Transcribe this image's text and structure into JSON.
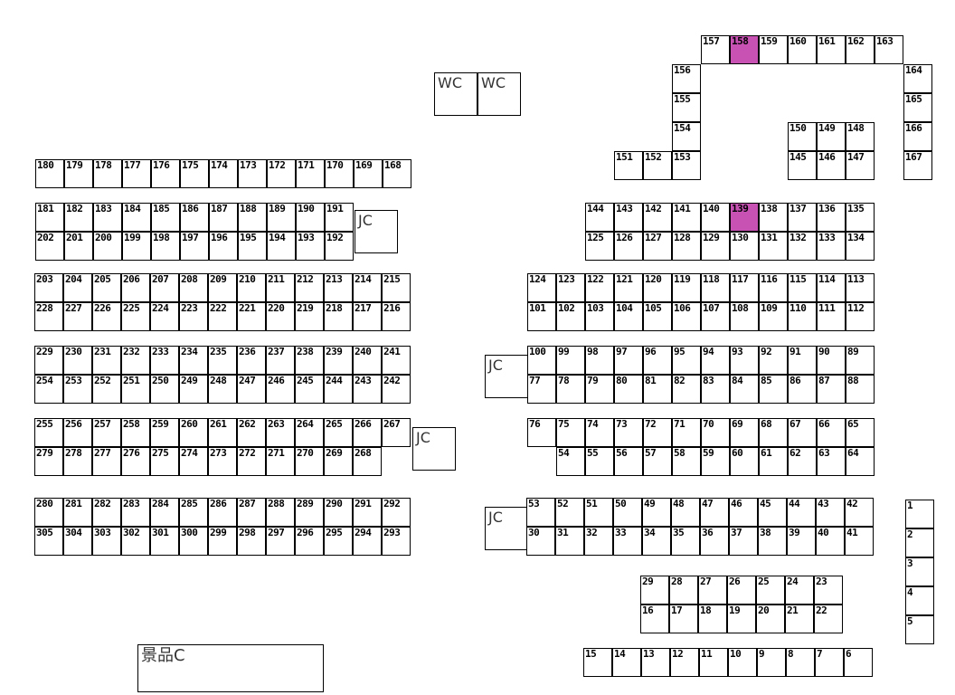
{
  "map": {
    "highlight_color": "#c752b4",
    "highlighted_booths": [
      158,
      139
    ],
    "rooms": {
      "wc1": "WC",
      "wc2": "WC",
      "jc1": "JC",
      "jc2": "JC",
      "jc3": "JC",
      "jc4": "JC",
      "prize": "景品C"
    },
    "booth_rows": [
      [
        157,
        158,
        159,
        160,
        161,
        162,
        163
      ],
      [
        156,
        155,
        154,
        153
      ],
      [
        151,
        152
      ],
      [
        164,
        165,
        166,
        167
      ],
      [
        150,
        149,
        148
      ],
      [
        145,
        146,
        147
      ],
      [
        180,
        179,
        178,
        177,
        176,
        175,
        174,
        173,
        172,
        171,
        170,
        169,
        168
      ],
      [
        181,
        182,
        183,
        184,
        185,
        186,
        187,
        188,
        189,
        190,
        191
      ],
      [
        202,
        201,
        200,
        199,
        198,
        197,
        196,
        195,
        194,
        193,
        192
      ],
      [
        203,
        204,
        205,
        206,
        207,
        208,
        209,
        210,
        211,
        212,
        213,
        214,
        215
      ],
      [
        228,
        227,
        226,
        225,
        224,
        223,
        222,
        221,
        220,
        219,
        218,
        217,
        216
      ],
      [
        229,
        230,
        231,
        232,
        233,
        234,
        235,
        236,
        237,
        238,
        239,
        240,
        241
      ],
      [
        254,
        253,
        252,
        251,
        250,
        249,
        248,
        247,
        246,
        245,
        244,
        243,
        242
      ],
      [
        255,
        256,
        257,
        258,
        259,
        260,
        261,
        262,
        263,
        264,
        265,
        266,
        267
      ],
      [
        279,
        278,
        277,
        276,
        275,
        274,
        273,
        272,
        271,
        270,
        269,
        268
      ],
      [
        280,
        281,
        282,
        283,
        284,
        285,
        286,
        287,
        288,
        289,
        290,
        291,
        292
      ],
      [
        305,
        304,
        303,
        302,
        301,
        300,
        299,
        298,
        297,
        296,
        295,
        294,
        293
      ],
      [
        144,
        143,
        142,
        141,
        140,
        139,
        138,
        137,
        136,
        135
      ],
      [
        125,
        126,
        127,
        128,
        129,
        130,
        131,
        132,
        133,
        134
      ],
      [
        124,
        123,
        122,
        121,
        120,
        119,
        118,
        117,
        116,
        115,
        114,
        113
      ],
      [
        101,
        102,
        103,
        104,
        105,
        106,
        107,
        108,
        109,
        110,
        111,
        112
      ],
      [
        100,
        99,
        98,
        97,
        96,
        95,
        94,
        93,
        92,
        91,
        90,
        89
      ],
      [
        77,
        78,
        79,
        80,
        81,
        82,
        83,
        84,
        85,
        86,
        87,
        88
      ],
      [
        76,
        75,
        74,
        73,
        72,
        71,
        70,
        69,
        68,
        67,
        66,
        65
      ],
      [
        54,
        55,
        56,
        57,
        58,
        59,
        60,
        61,
        62,
        63,
        64
      ],
      [
        53,
        52,
        51,
        50,
        49,
        48,
        47,
        46,
        45,
        44,
        43,
        42
      ],
      [
        30,
        31,
        32,
        33,
        34,
        35,
        36,
        37,
        38,
        39,
        40,
        41
      ],
      [
        29,
        28,
        27,
        26,
        25,
        24,
        23
      ],
      [
        16,
        17,
        18,
        19,
        20,
        21,
        22
      ],
      [
        15,
        14,
        13,
        12,
        11,
        10,
        9,
        8,
        7,
        6
      ],
      [
        1,
        2,
        3,
        4,
        5
      ]
    ]
  }
}
